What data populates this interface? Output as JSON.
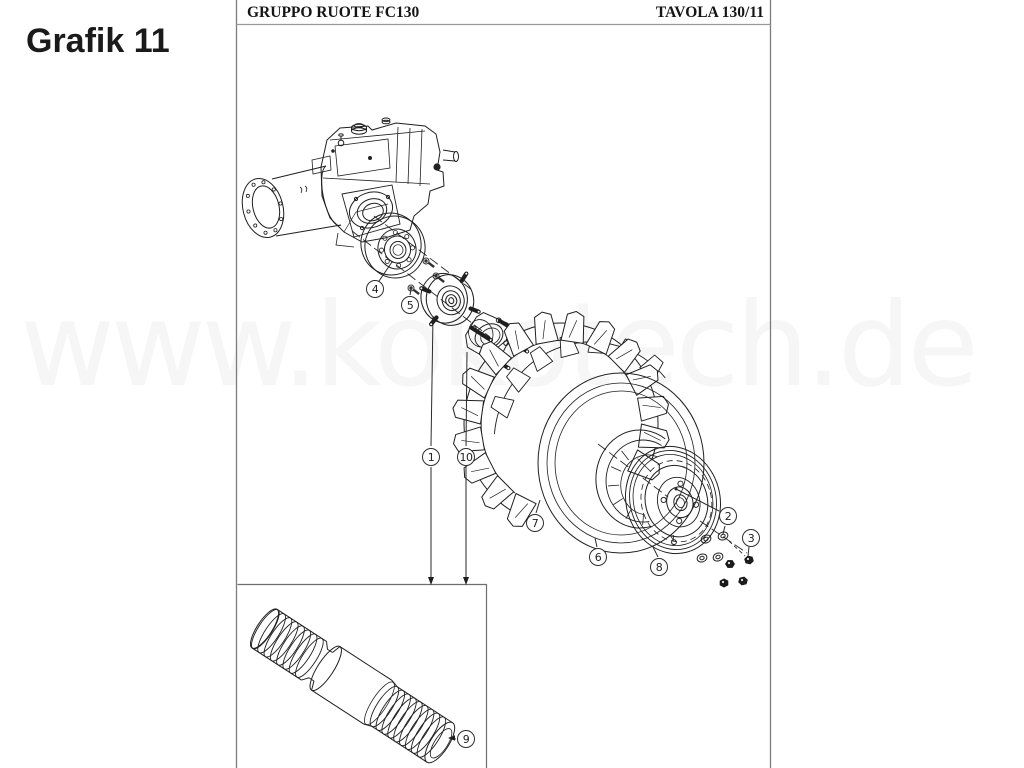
{
  "page": {
    "label": "Grafik 11"
  },
  "header": {
    "left_title": "GRUPPO RUOTE FC130",
    "right_title": "TAVOLA 130/11"
  },
  "watermark": {
    "text": "www.kokotech.de",
    "color": "#f6f6f6"
  },
  "callouts": [
    {
      "label": "1"
    },
    {
      "label": "2"
    },
    {
      "label": "3"
    },
    {
      "label": "4"
    },
    {
      "label": "5"
    },
    {
      "label": "6"
    },
    {
      "label": "7"
    },
    {
      "label": "8"
    },
    {
      "label": "9"
    },
    {
      "label": "10"
    }
  ],
  "colors": {
    "drawing_line": "#1f1f1f",
    "frame_line": "#7c7c7c",
    "watermark": "#f6f6f6",
    "text": "#151515"
  }
}
